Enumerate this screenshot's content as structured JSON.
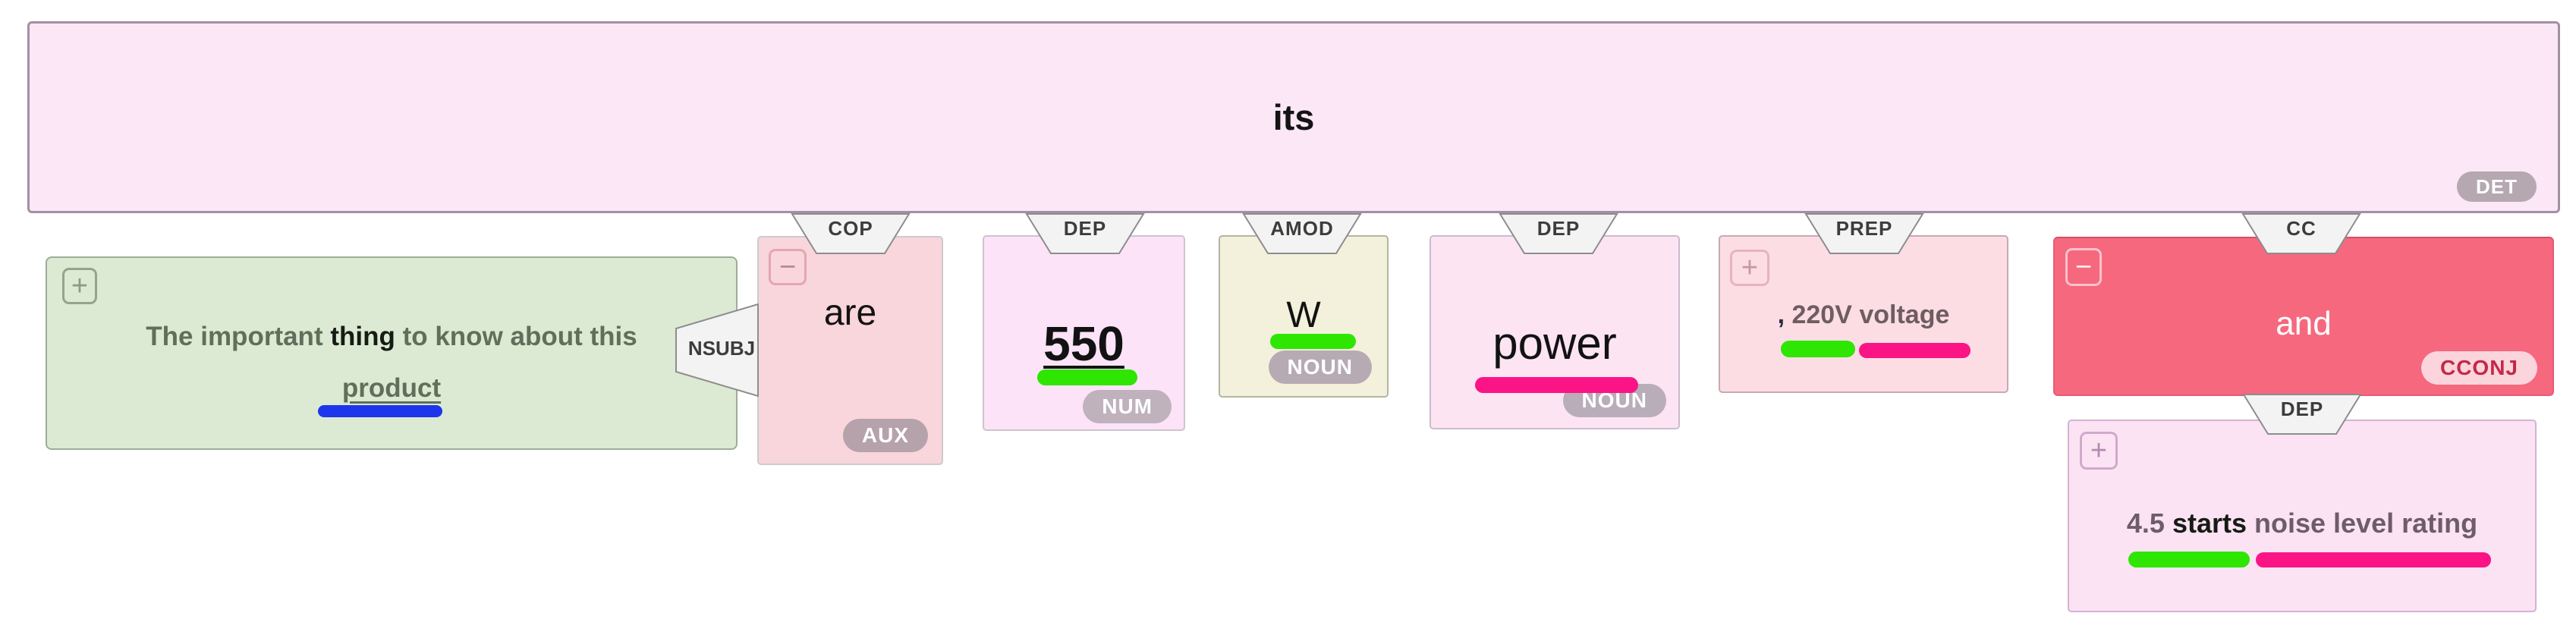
{
  "colors": {
    "root_node_bg": "#fbe7f6",
    "subject_node_bg": "#dcead3",
    "cc_node_bg": "#f5687e",
    "underline_green": "#2ee602",
    "underline_magenta": "#fb1486",
    "underline_blue": "#1d36ec",
    "badge_gray": "#b5a8b1",
    "cconj_badge_bg": "#fbd4dc",
    "cconj_badge_text": "#c22949",
    "tab_bg": "#f4f3f4"
  },
  "controls": {
    "expand_glyph": "+",
    "collapse_glyph": "−"
  },
  "root_node": {
    "word": "its",
    "pos": "DET"
  },
  "nodes": {
    "subject": {
      "relation": "NSUBJ",
      "text_pre": "The important ",
      "text_bold": "thing",
      "text_post": " to know about this",
      "text_line2": "product"
    },
    "are": {
      "relation": "COP",
      "word": "are",
      "pos": "AUX"
    },
    "n550": {
      "relation": "DEP",
      "word": "550",
      "pos": "NUM"
    },
    "w": {
      "relation": "AMOD",
      "word": "W",
      "pos": "NOUN"
    },
    "power": {
      "relation": "DEP",
      "word": "power",
      "pos": "NOUN"
    },
    "voltage": {
      "relation": "PREP",
      "text_comma": ",",
      "text_rest": " 220V voltage"
    },
    "and": {
      "relation": "CC",
      "word": "and",
      "pos": "CCONJ"
    },
    "noise": {
      "relation": "DEP",
      "text_pre": "4.5 ",
      "text_bold": "starts",
      "text_post": " noise level rating"
    }
  }
}
